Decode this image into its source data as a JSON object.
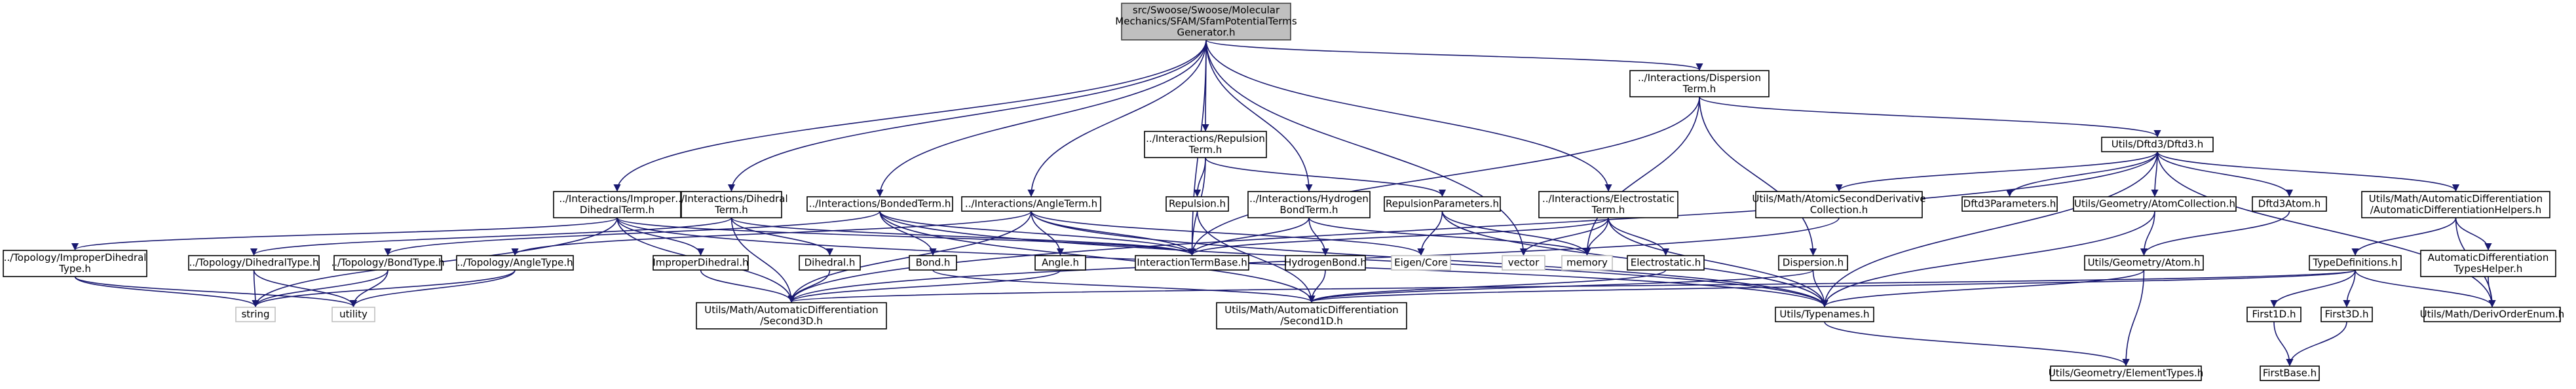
{
  "diagram": {
    "nodes": [
      {
        "id": "root",
        "kind": "root",
        "lines": [
          "src/Swoose/Swoose/Molecular",
          "Mechanics/SFAM/SfamPotentialTerms",
          "Generator.h"
        ]
      },
      {
        "id": "dispersion_term",
        "lines": [
          "../Interactions/Dispersion",
          "Term.h"
        ]
      },
      {
        "id": "repulsion_term",
        "lines": [
          "../Interactions/Repulsion",
          "Term.h"
        ]
      },
      {
        "id": "dftd3",
        "lines": [
          "Utils/Dftd3/Dftd3.h"
        ]
      },
      {
        "id": "improper_dihedral_term",
        "lines": [
          "../Interactions/Improper",
          "DihedralTerm.h"
        ]
      },
      {
        "id": "dihedral_term",
        "lines": [
          "../Interactions/Dihedral",
          "Term.h"
        ]
      },
      {
        "id": "bonded_term",
        "lines": [
          "../Interactions/BondedTerm.h"
        ]
      },
      {
        "id": "angle_term",
        "lines": [
          "../Interactions/AngleTerm.h"
        ]
      },
      {
        "id": "repulsion_h",
        "lines": [
          "Repulsion.h"
        ]
      },
      {
        "id": "hydrogen_bond_term",
        "lines": [
          "../Interactions/Hydrogen",
          "BondTerm.h"
        ]
      },
      {
        "id": "repulsion_parameters",
        "lines": [
          "RepulsionParameters.h"
        ]
      },
      {
        "id": "electrostatic_term",
        "lines": [
          "../Interactions/Electrostatic",
          "Term.h"
        ]
      },
      {
        "id": "atomic_second_derivative",
        "lines": [
          "Utils/Math/AtomicSecondDerivative",
          "Collection.h"
        ]
      },
      {
        "id": "dftd3_parameters",
        "lines": [
          "Dftd3Parameters.h"
        ]
      },
      {
        "id": "atom_collection",
        "lines": [
          "Utils/Geometry/AtomCollection.h"
        ]
      },
      {
        "id": "dftd3_atom",
        "lines": [
          "Dftd3Atom.h"
        ]
      },
      {
        "id": "ad_helpers",
        "lines": [
          "Utils/Math/AutomaticDifferentiation",
          "/AutomaticDifferentiationHelpers.h"
        ]
      },
      {
        "id": "topo_improper",
        "lines": [
          "../Topology/ImproperDihedral",
          "Type.h"
        ]
      },
      {
        "id": "topo_dihedral_type",
        "lines": [
          "../Topology/DihedralType.h"
        ]
      },
      {
        "id": "topo_bond_type",
        "lines": [
          "../Topology/BondType.h"
        ]
      },
      {
        "id": "topo_angle_type",
        "lines": [
          "../Topology/AngleType.h"
        ]
      },
      {
        "id": "interaction_term_base",
        "lines": [
          "InteractionTermBase.h"
        ]
      },
      {
        "id": "improper_dihedral_h",
        "lines": [
          "ImproperDihedral.h"
        ]
      },
      {
        "id": "dihedral_h",
        "lines": [
          "Dihedral.h"
        ]
      },
      {
        "id": "bond_h",
        "lines": [
          "Bond.h"
        ]
      },
      {
        "id": "angle_h",
        "lines": [
          "Angle.h"
        ]
      },
      {
        "id": "hydrogen_bond_h",
        "lines": [
          "HydrogenBond.h"
        ]
      },
      {
        "id": "eigen_core",
        "kind": "ext",
        "lines": [
          "Eigen/Core"
        ]
      },
      {
        "id": "vector",
        "kind": "ext",
        "lines": [
          "vector"
        ]
      },
      {
        "id": "memory",
        "kind": "ext",
        "lines": [
          "memory"
        ]
      },
      {
        "id": "electrostatic_h",
        "lines": [
          "Electrostatic.h"
        ]
      },
      {
        "id": "dispersion_h",
        "lines": [
          "Dispersion.h"
        ]
      },
      {
        "id": "atom_h",
        "lines": [
          "Utils/Geometry/Atom.h"
        ]
      },
      {
        "id": "type_definitions",
        "lines": [
          "TypeDefinitions.h"
        ]
      },
      {
        "id": "ad_types_helper",
        "lines": [
          "AutomaticDifferentiation",
          "TypesHelper.h"
        ]
      },
      {
        "id": "string",
        "kind": "ext",
        "lines": [
          "string"
        ]
      },
      {
        "id": "utility",
        "kind": "ext",
        "lines": [
          "utility"
        ]
      },
      {
        "id": "second3d",
        "lines": [
          "Utils/Math/AutomaticDifferentiation",
          "/Second3D.h"
        ]
      },
      {
        "id": "second1d",
        "lines": [
          "Utils/Math/AutomaticDifferentiation",
          "/Second1D.h"
        ]
      },
      {
        "id": "typenames",
        "lines": [
          "Utils/Typenames.h"
        ]
      },
      {
        "id": "first1d",
        "lines": [
          "First1D.h"
        ]
      },
      {
        "id": "first3d",
        "lines": [
          "First3D.h"
        ]
      },
      {
        "id": "deriv_order_enum",
        "lines": [
          "Utils/Math/DerivOrderEnum.h"
        ]
      },
      {
        "id": "element_types",
        "lines": [
          "Utils/Geometry/ElementTypes.h"
        ]
      },
      {
        "id": "first_base",
        "lines": [
          "FirstBase.h"
        ]
      }
    ]
  }
}
